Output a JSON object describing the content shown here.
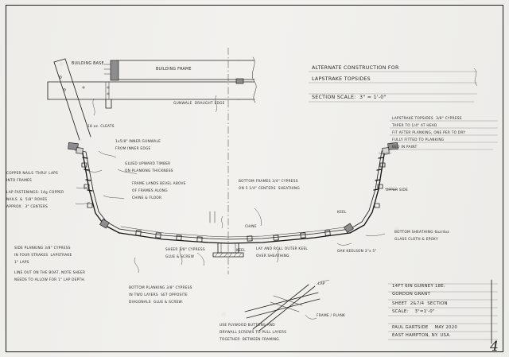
{
  "sheet": {
    "page_number": "4",
    "paper_color": "#f2f1ee",
    "ink_color": "#1b1b1b"
  },
  "title_note": {
    "line1": "ALTERNATE CONSTRUCTION FOR",
    "line2": "LAPSTRAKE TOPSIDES",
    "line3": "SECTION SCALE:  3\" = 1'-0\""
  },
  "title_block": {
    "boat_line1": "14FT 6IN GURNEY 18E:",
    "boat_line2": "GORDON GRANT",
    "sheet_line": "SHEET  2&7/4  SECTION",
    "scale_line": "SCALE:    3\"=1'-0\"",
    "designer": "PAUL GARTSIDE    MAY 2020",
    "location": "EAST HAMPTON, NY. USA."
  },
  "notes": {
    "building_base": "BUILDING BASE",
    "building_frame": "BUILDING FRAME",
    "gunwale_edge": "GUNWALE  DRAUGHT EDGE",
    "lap_cleats": "18 oz. CLEATS",
    "inwale_note_1": "1x5/8\" INNER GUNWALE",
    "inwale_note_2": "FROM INNER EDGE",
    "glued_timber_1": "GLUED UPWARD TIMBER",
    "glued_timber_2": "ON PLANKING THICKNESS",
    "copper_nails_1": "COPPER NAILS 'THRU' LAPS",
    "copper_nails_2": "INTO FRAMES",
    "lap_fast_1": "LAP FASTENINGS: 14g COPPER",
    "lap_fast_2": "NAILS  &  5/8\" ROVES",
    "lap_fast_3": "APPROX.  3\" CENTERS",
    "frame_lands_1": "FRAME LANDS BEVEL ABOVE",
    "frame_lands_2": "OF FRAMES ALONG",
    "frame_lands_3": "CHINE & FLOOR",
    "bottom_frames_1": "BOTTOM FRAMES 3/4\" CYPRESS",
    "bottom_frames_2": "ON 5 1/4\" CENTERS  SHEATHING",
    "chine_label": "CHINE",
    "sheer_glue_1": "SHEER 3/8\" CYPRESS",
    "sheer_glue_2": "GLUE & SCREW",
    "keel_label": "KEEL",
    "lay_and_roll_1": "LAY AND ROLL OUTER KEEL",
    "lay_and_roll_2": "OVER SHEATHING",
    "oak_keelson": "OAK KEELSON 3\"x 5\"",
    "side_plank_1": "SIDE PLANKING 3/8\" CYPRESS",
    "side_plank_2": "IN FOUR STRAKES  LAPSTRAKE",
    "side_plank_3": "1\" LAPS",
    "side_plank_4": "LINE OUT ON THE BOAT, NOTE SHEER",
    "side_plank_5": "NEEDS TO ALLOW FOR 1\" LAP DEPTH.",
    "bottom_plank_1": "BOTTOM PLANKING 3/8\" CYPRESS",
    "bottom_plank_2": "IN TWO LAYERS  SET OPPOSITE",
    "bottom_plank_3": "DIAGONALS  GLUE & SCREW.",
    "plywood_buttons_1": "USE PLYWOOD BUTTONS AND",
    "plywood_buttons_2": "DRYWALL SCREWS TO PULL LAYERS",
    "plywood_buttons_3": "TOGETHER  BETWEEN FRAMING.",
    "inwale_right_1": "LAPSTRAKE TOPSIDES  3/8\" CYPRESS",
    "inwale_right_2": "TAPER TO 1/4\" AT HEAD",
    "inwale_right_3": "FIT AFTER PLANKING, ONE PER TO DRY",
    "inwale_right_4": "FULLY FITTED TO PLANKING",
    "inwale_right_5": "BED IN PAINT",
    "upper_sides": "UPPER SIDE",
    "keel_right": "KEEL",
    "bottom_sheath_1": "BOTTOM SHEATHING 6oz/4oz",
    "bottom_sheath_2": "GLASS CLOTH & EPOXY",
    "lap_detail": "LAP",
    "frame_detail": "FRAME / PLANK"
  }
}
